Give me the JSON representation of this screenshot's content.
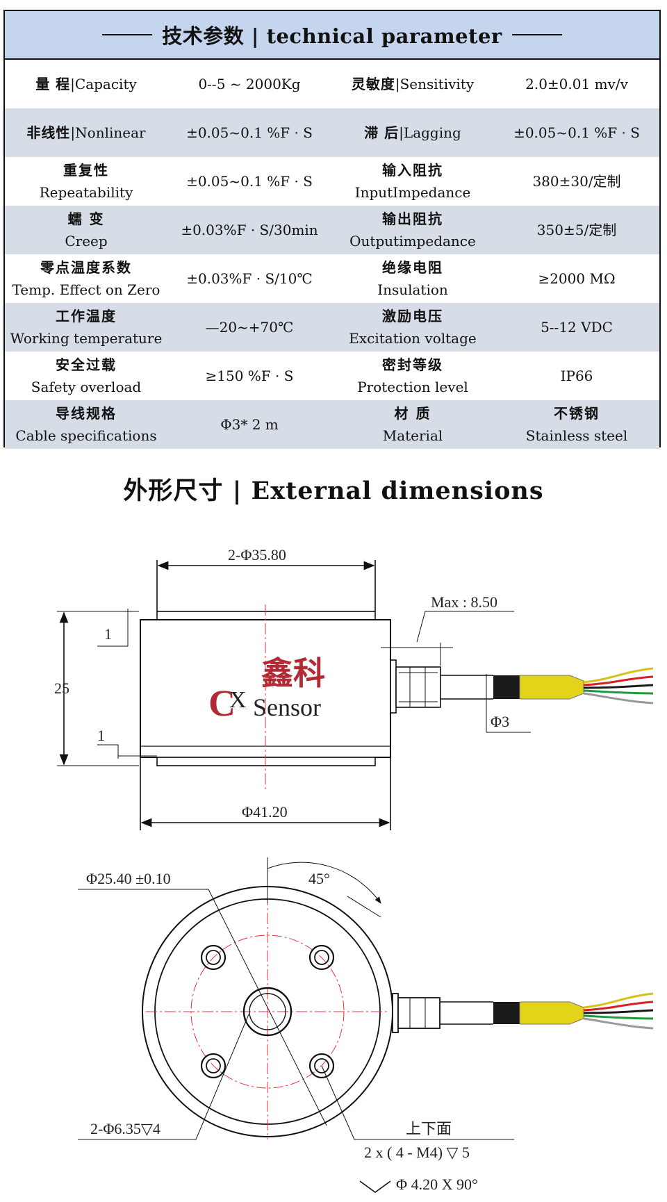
{
  "spec_table": {
    "title_cn": "技术参数",
    "title_sep": "|",
    "title_en": "technical parameter",
    "rows": [
      {
        "k1_cn": "量  程",
        "k1_en": "Capacity",
        "v1": "0--5 ~ 2000Kg",
        "k2_cn": "灵敏度",
        "k2_en": "Sensitivity",
        "v2": "2.0±0.01 mv/v"
      },
      {
        "k1_cn": "非线性",
        "k1_en": "Nonlinear",
        "v1": "±0.05~0.1 %F · S",
        "k2_cn": "滞  后",
        "k2_en": "Lagging",
        "v2": "±0.05~0.1 %F · S"
      },
      {
        "k1_cn": "重复性",
        "k1_en": "Repeatability",
        "v1": "±0.05~0.1 %F · S",
        "k2_cn": "输入阻抗",
        "k2_en": "InputImpedance",
        "v2": "380±30/定制"
      },
      {
        "k1_cn": "蠕  变",
        "k1_en": "Creep",
        "v1": "±0.03%F · S/30min",
        "k2_cn": "输出阻抗",
        "k2_en": "Outputimpedance",
        "v2": "350±5/定制"
      },
      {
        "k1_cn": "零点温度系数",
        "k1_en": "Temp. Effect on Zero",
        "v1": "±0.03%F · S/10℃",
        "k2_cn": "绝缘电阻",
        "k2_en": "Insulation",
        "v2": "≥2000 MΩ"
      },
      {
        "k1_cn": "工作温度",
        "k1_en": "Working temperature",
        "v1": "—20~+70℃",
        "k2_cn": "激励电压",
        "k2_en": "Excitation voltage",
        "v2": "5--12 VDC"
      },
      {
        "k1_cn": "安全过载",
        "k1_en": "Safety overload",
        "v1": "≥150 %F · S",
        "k2_cn": "密封等级",
        "k2_en": "Protection level",
        "v2": "IP66"
      },
      {
        "k1_cn": "导线规格",
        "k1_en": "Cable specifications",
        "v1": "Φ3* 2 m",
        "k2_cn": "材  质",
        "k2_en": "Material",
        "v2": "不锈钢",
        "v2_en": "Stainless steel"
      }
    ]
  },
  "external": {
    "title": "外形尺寸 | External dimensions",
    "side_view": {
      "top_diameter": "2-Φ35.80",
      "max_label": "Max : 8.50",
      "height": "25",
      "step_top": "1",
      "step_bottom": "1",
      "cable_dia": "Φ3",
      "body_diameter": "Φ41.20",
      "logo_cn": "鑫科",
      "logo_c": "C",
      "logo_x": "X",
      "logo_sensor": "Sensor"
    },
    "top_view": {
      "pcd": "Φ25.40 ±0.10",
      "angle": "45°",
      "holes": "2-Φ6.35▽4",
      "surface_note": "上下面",
      "thread": "2 x ( 4 - M4) ▽ 5",
      "chamfer": "Φ 4.20 X 90°"
    },
    "colors": {
      "center_line": "#e8313a",
      "cable_yellow": "#e3d41a",
      "cable_black": "#1a1a1a",
      "wire_red": "#d81f26",
      "wire_green": "#1f9a3a"
    }
  }
}
